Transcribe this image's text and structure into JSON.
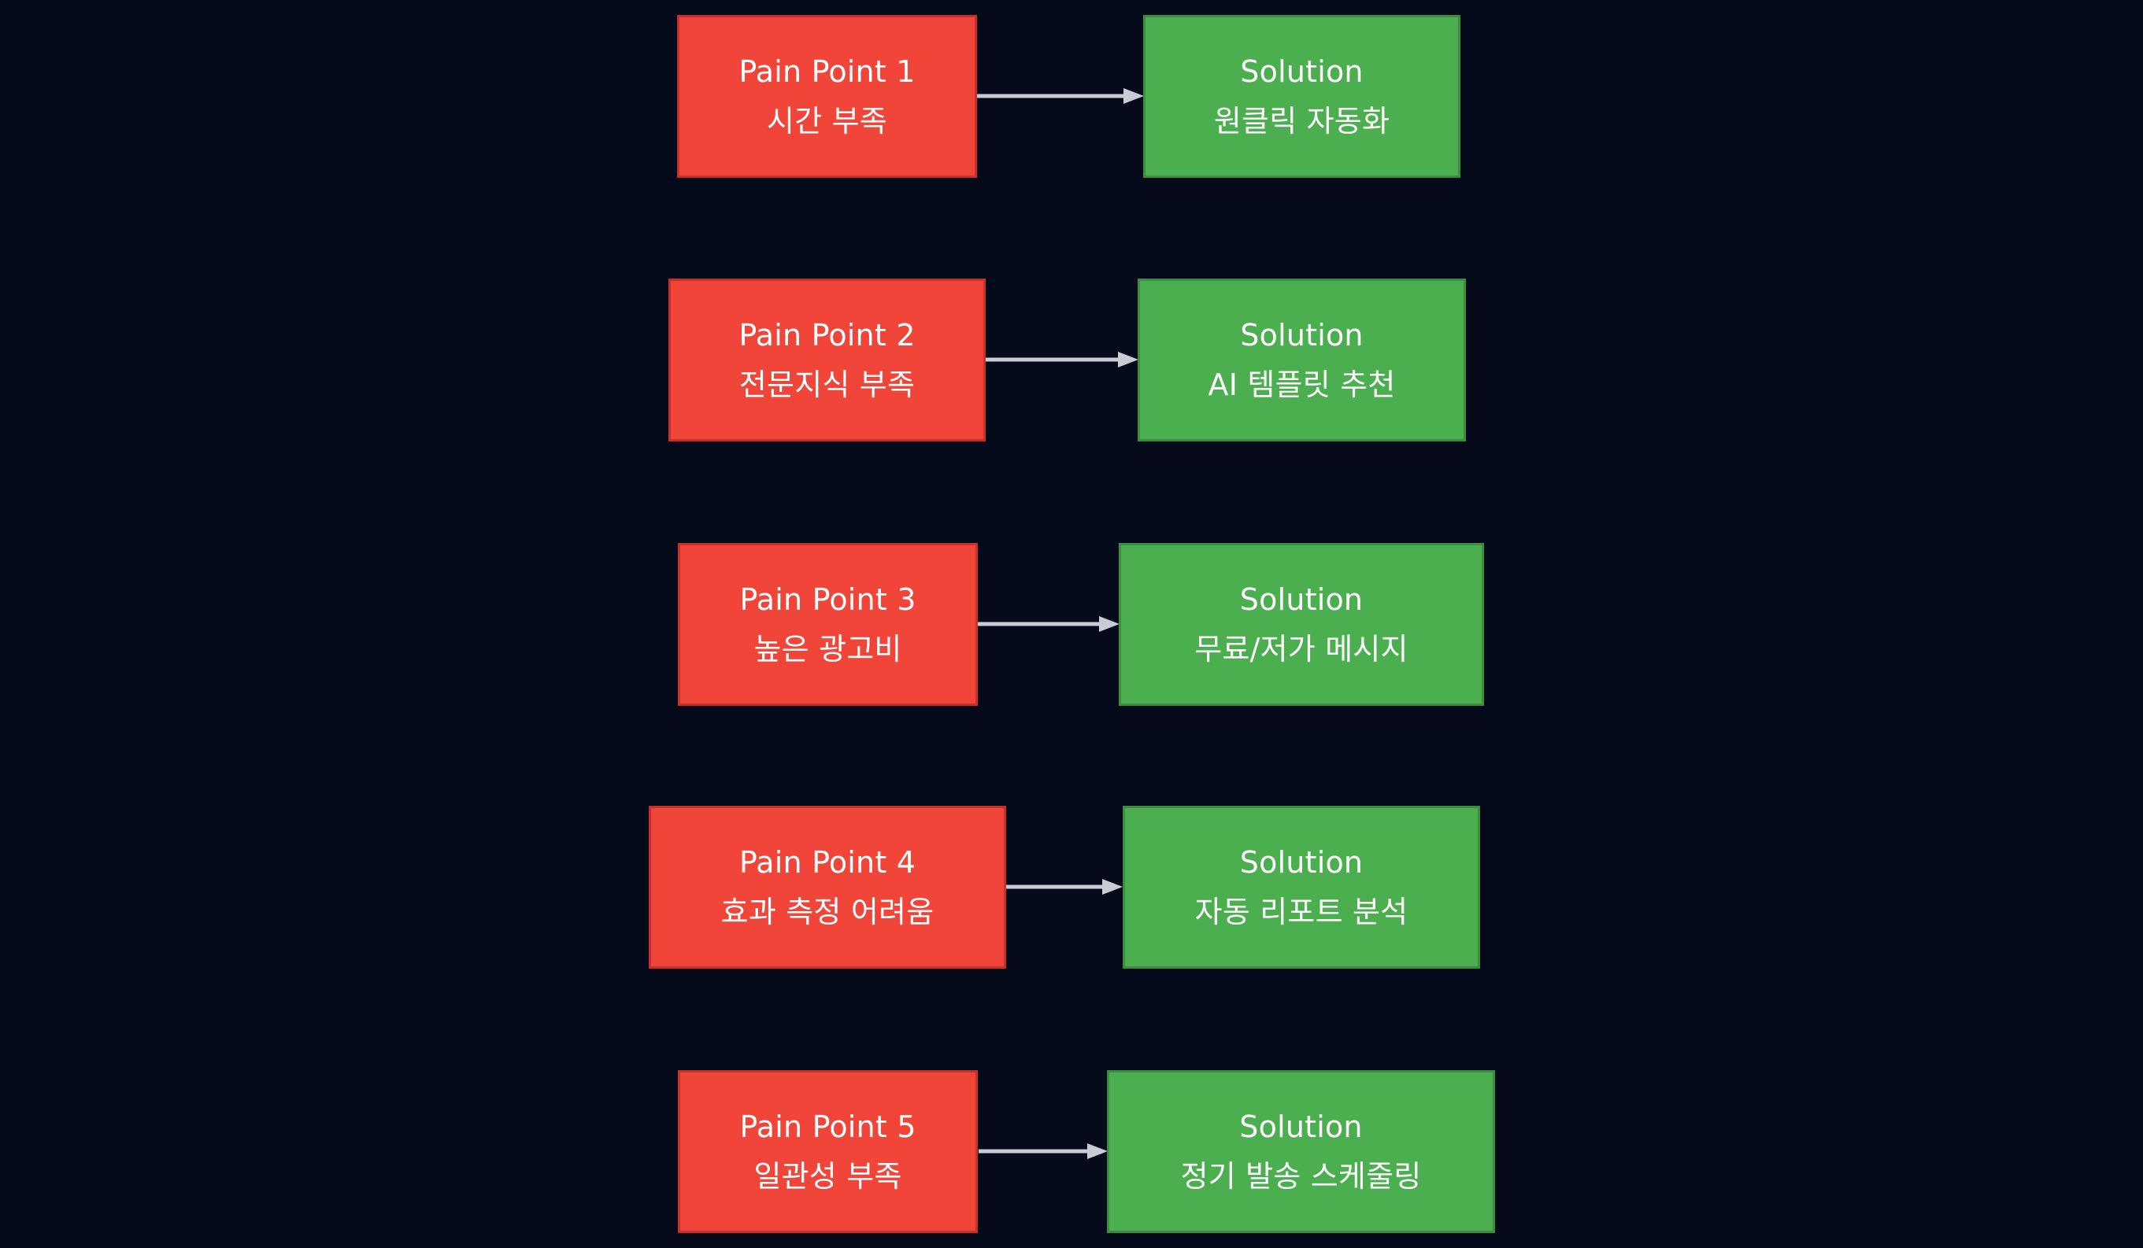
{
  "diagram": {
    "type": "flowchart",
    "direction": "left-to-right",
    "background_color": "#040a1a",
    "pain_color": "#F2453A",
    "pain_border_color": "#C9302C",
    "solution_color": "#4BAE4F",
    "solution_border_color": "#3D8C40",
    "arrow_color": "#C8CCD4",
    "text_color": "#FFFFFF",
    "rows": [
      {
        "pain": {
          "title": "Pain Point 1",
          "subtitle": "시간 부족"
        },
        "solution": {
          "title": "Solution",
          "subtitle": "원클릭 자동화"
        },
        "connector": "arrow-right"
      },
      {
        "pain": {
          "title": "Pain Point 2",
          "subtitle": "전문지식 부족"
        },
        "solution": {
          "title": "Solution",
          "subtitle": "AI 템플릿 추천"
        },
        "connector": "arrow-right"
      },
      {
        "pain": {
          "title": "Pain Point 3",
          "subtitle": "높은 광고비"
        },
        "solution": {
          "title": "Solution",
          "subtitle": "무료/저가 메시지"
        },
        "connector": "arrow-right"
      },
      {
        "pain": {
          "title": "Pain Point 4",
          "subtitle": "효과 측정 어려움"
        },
        "solution": {
          "title": "Solution",
          "subtitle": "자동 리포트 분석"
        },
        "connector": "arrow-right"
      },
      {
        "pain": {
          "title": "Pain Point 5",
          "subtitle": "일관성 부족"
        },
        "solution": {
          "title": "Solution",
          "subtitle": "정기 발송 스케줄링"
        },
        "connector": "arrow-right"
      }
    ]
  }
}
